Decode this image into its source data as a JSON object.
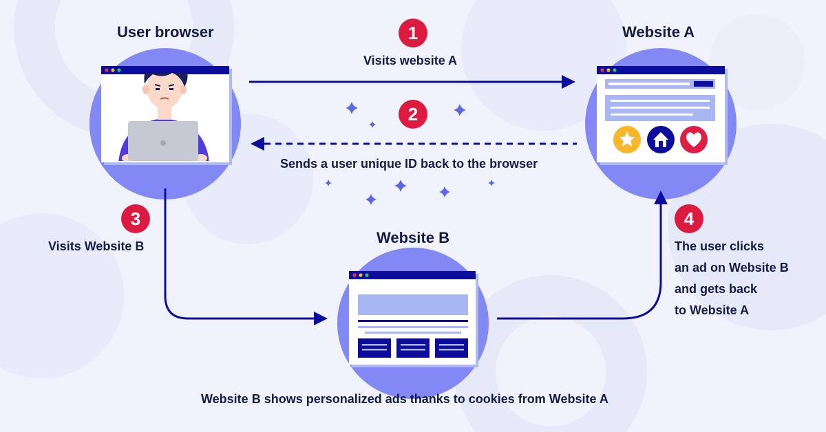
{
  "nodes": {
    "user_browser": {
      "title": "User browser"
    },
    "website_a": {
      "title": "Website A"
    },
    "website_b": {
      "title": "Website B"
    }
  },
  "steps": [
    {
      "number": "1",
      "text": "Visits website A"
    },
    {
      "number": "2",
      "text": "Sends a user unique ID back to the browser"
    },
    {
      "number": "3",
      "text": "Visits Website B"
    },
    {
      "number": "4",
      "lines": [
        "The user clicks",
        "an ad on Website B",
        "and gets back",
        "to Website A"
      ]
    }
  ],
  "caption": "Website B shows personalized ads thanks to cookies from Website A",
  "colors": {
    "background": "#f1f3fc",
    "navy": "#0d0c9c",
    "halo": "#8289f5",
    "badge_red": "#dd1a3f",
    "light_block": "#a8b6f4",
    "star_yellow": "#f6b82a",
    "heart_red": "#de1e45"
  },
  "icons": [
    "star-icon",
    "home-icon",
    "heart-icon",
    "sparkle-icon",
    "arrow-icon"
  ]
}
